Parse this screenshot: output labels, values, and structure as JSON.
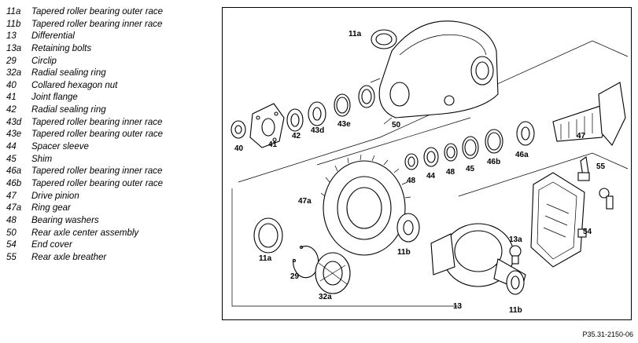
{
  "legend": [
    {
      "num": "11a",
      "desc": "Tapered roller bearing outer race"
    },
    {
      "num": "11b",
      "desc": "Tapered roller bearing inner race"
    },
    {
      "num": "13",
      "desc": "Differential"
    },
    {
      "num": "13a",
      "desc": "Retaining bolts"
    },
    {
      "num": "29",
      "desc": "Circlip"
    },
    {
      "num": "32a",
      "desc": "Radial sealing ring"
    },
    {
      "num": "40",
      "desc": "Collared hexagon nut"
    },
    {
      "num": "41",
      "desc": "Joint flange"
    },
    {
      "num": "42",
      "desc": "Radial sealing ring"
    },
    {
      "num": "43d",
      "desc": "Tapered roller bearing inner race"
    },
    {
      "num": "43e",
      "desc": "Tapered roller bearing outer race"
    },
    {
      "num": "44",
      "desc": "Spacer sleeve"
    },
    {
      "num": "45",
      "desc": "Shim"
    },
    {
      "num": "46a",
      "desc": "Tapered roller bearing inner race"
    },
    {
      "num": "46b",
      "desc": "Tapered roller bearing outer race"
    },
    {
      "num": "47",
      "desc": "Drive pinion"
    },
    {
      "num": "47a",
      "desc": "Ring gear"
    },
    {
      "num": "48",
      "desc": "Bearing washers"
    },
    {
      "num": "50",
      "desc": "Rear axle center assembly"
    },
    {
      "num": "54",
      "desc": "End cover"
    },
    {
      "num": "55",
      "desc": "Rear axle breather"
    }
  ],
  "diagram": {
    "callouts": {
      "c11a_top": "11a",
      "c50": "50",
      "c40": "40",
      "c41": "41",
      "c42": "42",
      "c43d": "43d",
      "c43e": "43e",
      "c47": "47",
      "c46a": "46a",
      "c46b": "46b",
      "c45": "45",
      "c48a": "48",
      "c44": "44",
      "c48b": "48",
      "c55": "55",
      "c47a": "47a",
      "c54": "54",
      "c13a": "13a",
      "c11b_mid": "11b",
      "c11a_bot": "11a",
      "c29": "29",
      "c32a": "32a",
      "c13": "13",
      "c11b_bot": "11b"
    },
    "reference": "P35.31-2150-06"
  }
}
